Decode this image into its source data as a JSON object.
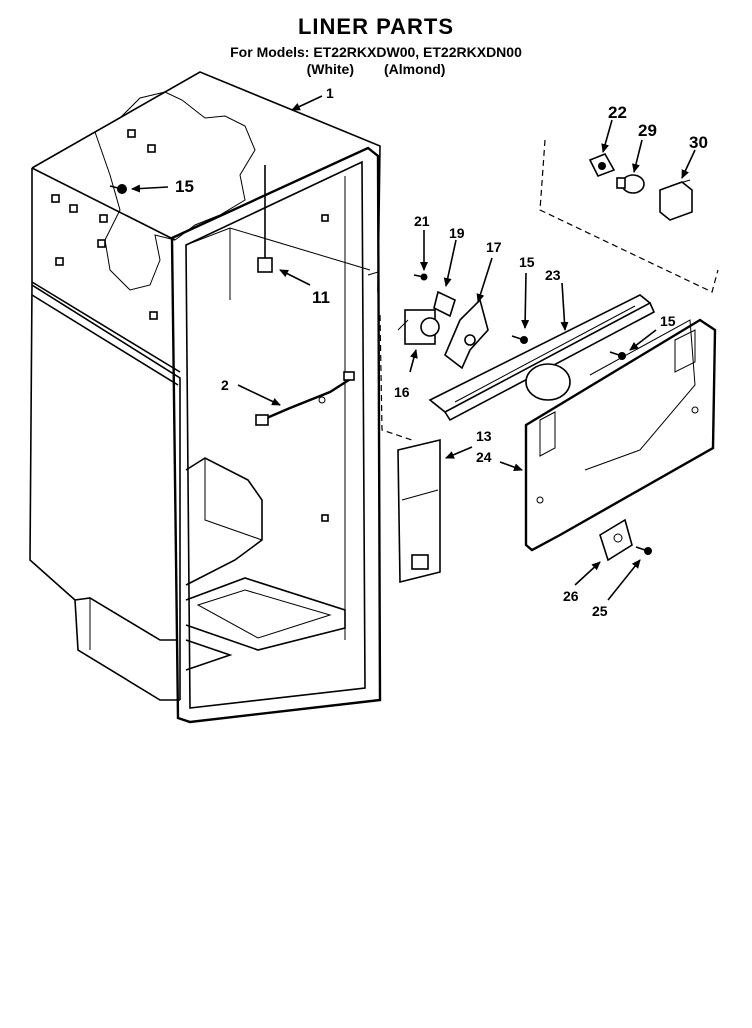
{
  "header": {
    "title": "LINER PARTS",
    "models": "For Models: ET22RKXDW00, ET22RKXDN00",
    "variants": [
      "(White)",
      "(Almond)"
    ]
  },
  "callouts": [
    {
      "id": "c1",
      "label": "1"
    },
    {
      "id": "c2",
      "label": "2"
    },
    {
      "id": "c11",
      "label": "11"
    },
    {
      "id": "c13",
      "label": "13"
    },
    {
      "id": "c15a",
      "label": "15"
    },
    {
      "id": "c15b",
      "label": "15"
    },
    {
      "id": "c15c",
      "label": "15"
    },
    {
      "id": "c16",
      "label": "16"
    },
    {
      "id": "c17",
      "label": "17"
    },
    {
      "id": "c19",
      "label": "19"
    },
    {
      "id": "c21",
      "label": "21"
    },
    {
      "id": "c22",
      "label": "22"
    },
    {
      "id": "c23",
      "label": "23"
    },
    {
      "id": "c24",
      "label": "24"
    },
    {
      "id": "c25",
      "label": "25"
    },
    {
      "id": "c26",
      "label": "26"
    },
    {
      "id": "c29",
      "label": "29"
    },
    {
      "id": "c30",
      "label": "30"
    }
  ]
}
